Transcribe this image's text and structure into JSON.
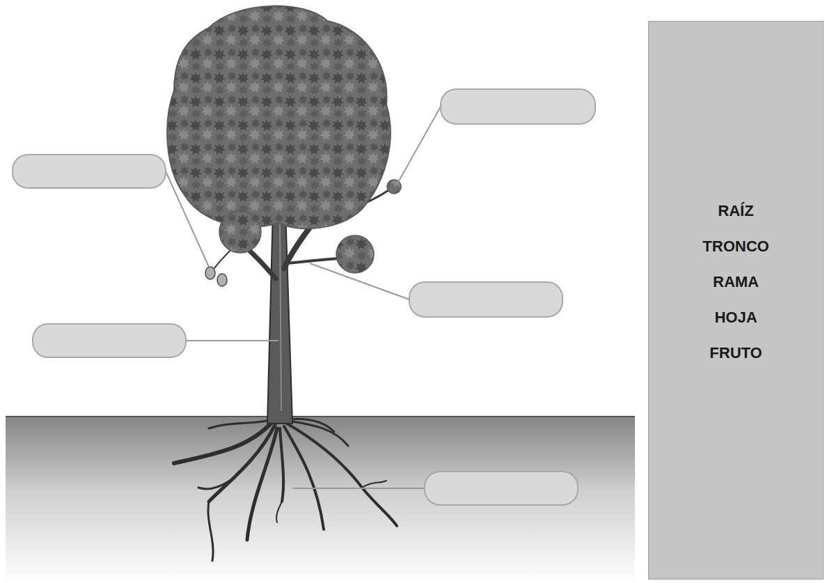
{
  "diagram": {
    "nodes": [
      {
        "text": [
          "RAÍZ",
          "TRONCO",
          "RAMA",
          "HOJA",
          "FRUTO"
        ]
      }
    ]
  }
}
